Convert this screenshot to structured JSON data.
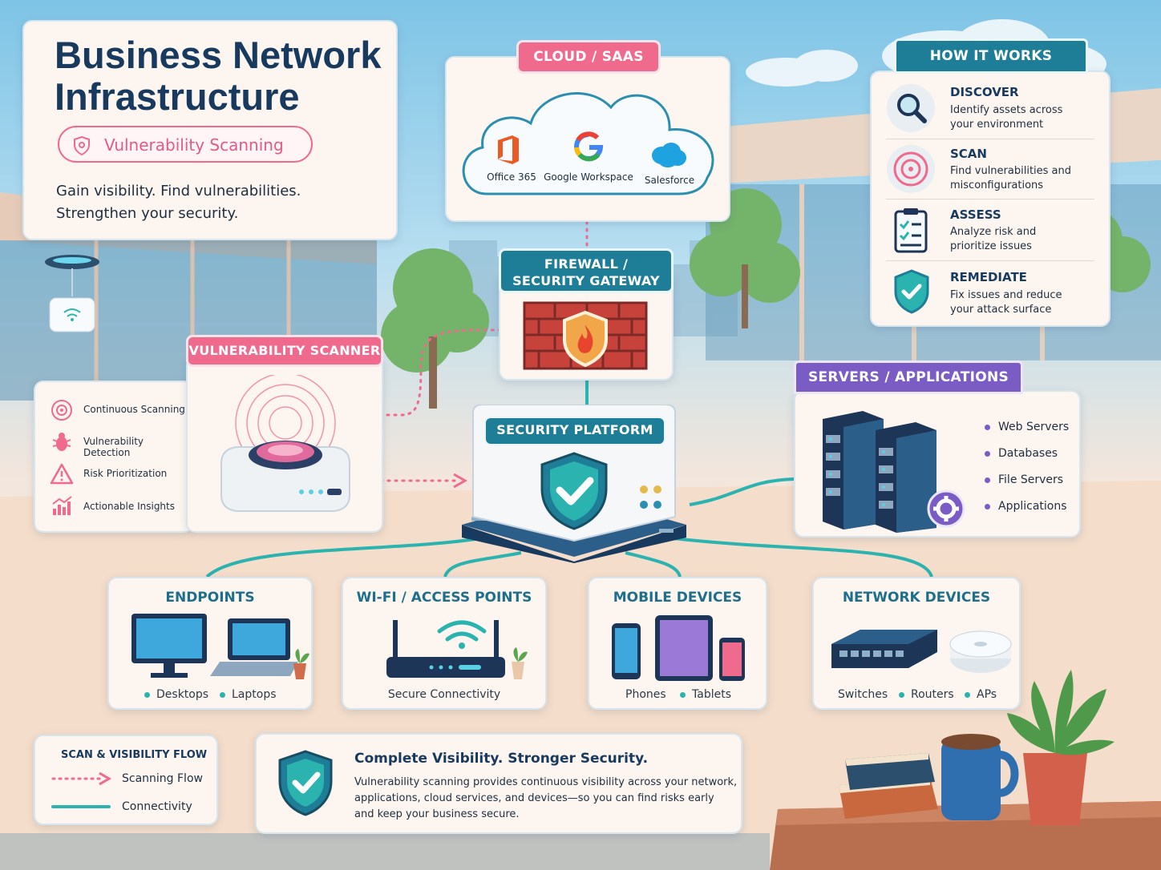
{
  "header": {
    "title_line1": "Business Network",
    "title_line2": "Infrastructure",
    "badge": "Vulnerability Scanning",
    "tagline_line1": "Gain visibility. Find vulnerabilities.",
    "tagline_line2": "Strengthen your security."
  },
  "cloud": {
    "label": "CLOUD / SAAS",
    "items": [
      "Office 365",
      "Google Workspace",
      "Salesforce"
    ]
  },
  "firewall": {
    "label_line1": "FIREWALL /",
    "label_line2": "SECURITY GATEWAY"
  },
  "platform": {
    "label": "SECURITY PLATFORM"
  },
  "scanner": {
    "label": "VULNERABILITY SCANNER",
    "features": [
      "Continuous Scanning",
      "Vulnerability Detection",
      "Risk Prioritization",
      "Actionable Insights"
    ]
  },
  "how": {
    "label": "HOW IT WORKS",
    "steps": [
      {
        "title": "DISCOVER",
        "line1": "Identify assets across",
        "line2": "your environment"
      },
      {
        "title": "SCAN",
        "line1": "Find vulnerabilities and",
        "line2": "misconfigurations"
      },
      {
        "title": "ASSESS",
        "line1": "Analyze risk and",
        "line2": "prioritize issues"
      },
      {
        "title": "REMEDIATE",
        "line1": "Fix issues and reduce",
        "line2": "your attack surface"
      }
    ]
  },
  "servers": {
    "label": "SERVERS / APPLICATIONS",
    "items": [
      "Web Servers",
      "Databases",
      "File Servers",
      "Applications"
    ]
  },
  "endpoints": {
    "label": "ENDPOINTS",
    "items": [
      "Desktops",
      "Laptops"
    ]
  },
  "wifi": {
    "label": "WI-FI / ACCESS POINTS",
    "caption": "Secure Connectivity"
  },
  "mobile": {
    "label": "MOBILE DEVICES",
    "items": [
      "Phones",
      "Tablets"
    ]
  },
  "network": {
    "label": "NETWORK DEVICES",
    "items": [
      "Switches",
      "Routers",
      "APs"
    ]
  },
  "legend": {
    "title": "SCAN & VISIBILITY FLOW",
    "scan": "Scanning Flow",
    "conn": "Connectivity"
  },
  "summary": {
    "title": "Complete Visibility. Stronger Security.",
    "line1": "Vulnerability scanning provides continuous visibility across your network,",
    "line2": "applications, cloud services, and devices—so you can find risks early",
    "line3": "and keep your business secure."
  },
  "colors": {
    "teal": "#1f7e97",
    "pink": "#f06a8e",
    "purple": "#7a5cc4",
    "navy": "#1d3557"
  }
}
